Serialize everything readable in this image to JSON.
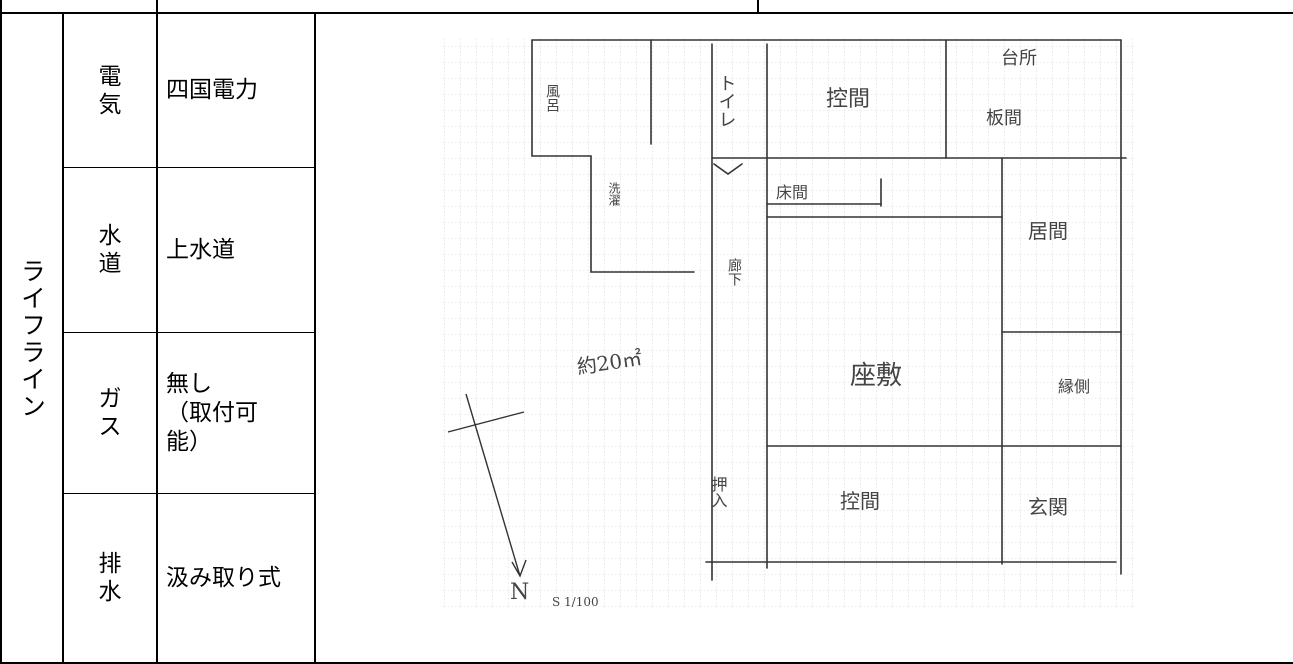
{
  "section": {
    "label": "ライフライン",
    "rows": [
      {
        "item": "電気",
        "value": "四国電力"
      },
      {
        "item": "水道",
        "value": "上水道"
      },
      {
        "item": "ガス",
        "value": "無し\n（取付可\n能）"
      },
      {
        "item": "排水",
        "value": "汲み取り式"
      }
    ]
  },
  "floor_plan": {
    "rooms": {
      "r1": "風呂",
      "r2": "トイレ",
      "r3": "控間",
      "r4": "台所",
      "r5": "板間",
      "r6": "洗濯",
      "r7": "床間",
      "r8": "廊下",
      "r9": "居間",
      "r10": "座敷",
      "r11": "縁側",
      "r12": "押入",
      "r13": "控間",
      "r14": "玄関"
    },
    "area_note": "約20㎡",
    "north_mark": "N",
    "scale_note": "S 1/100"
  }
}
